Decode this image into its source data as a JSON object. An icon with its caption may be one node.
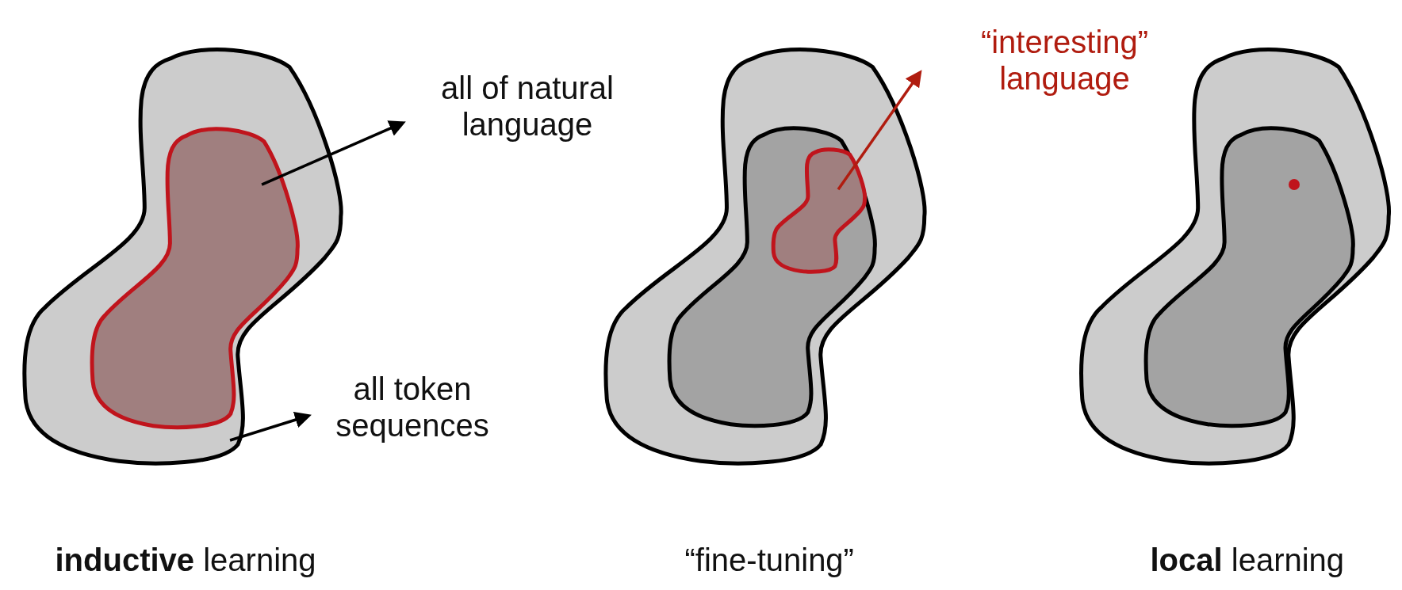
{
  "diagram": {
    "nodes": [
      {
        "text": [],
        "shape": "blob"
      },
      {
        "text": [],
        "shape": "blob",
        "in": 0
      },
      {
        "text": [
          "all of natural language"
        ]
      },
      {
        "text": [
          "all token sequences"
        ]
      },
      {
        "text": [],
        "shape": "blob"
      },
      {
        "text": [],
        "shape": "blob",
        "in": 4
      },
      {
        "text": [],
        "shape": "blob",
        "in": 5
      },
      {
        "text": [
          "“interesting” language"
        ]
      },
      {
        "text": [],
        "shape": "blob"
      },
      {
        "text": [],
        "shape": "blob",
        "in": 8
      },
      {
        "text": [],
        "shape": "dot",
        "in": 9
      }
    ],
    "edges": [
      {
        "from": 1,
        "to": 2,
        "arrow": "to"
      },
      {
        "from": 0,
        "to": 3,
        "arrow": "to"
      },
      {
        "from": 6,
        "to": 7,
        "arrow": "to",
        "color": "#b01c0f"
      }
    ],
    "labels": [
      "**inductive** learning",
      "“fine-tuning”",
      "**local** learning"
    ]
  }
}
